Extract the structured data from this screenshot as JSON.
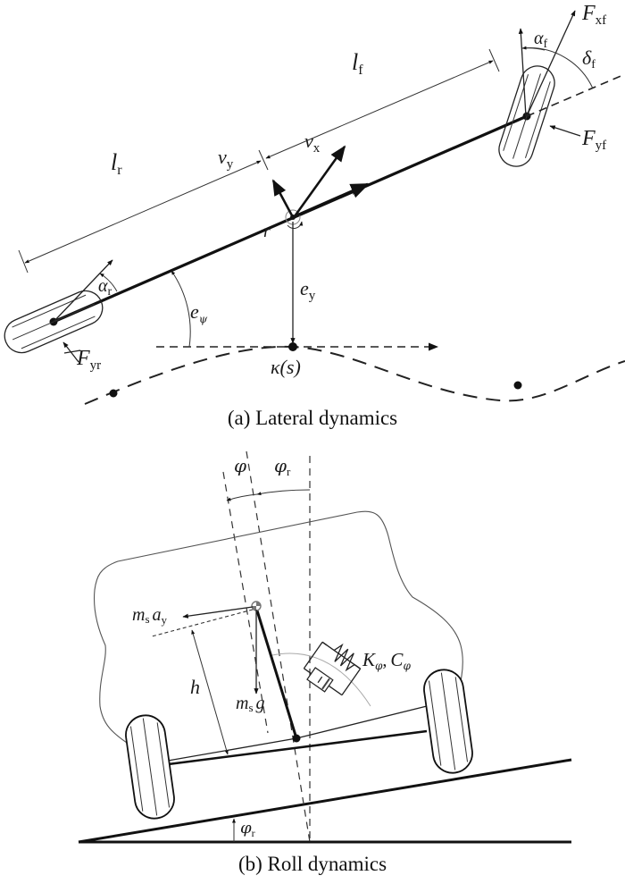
{
  "figure": {
    "panel_a": {
      "caption": "(a) Lateral dynamics",
      "labels": {
        "lf": {
          "main": "l",
          "sub": "f"
        },
        "lr": {
          "main": "l",
          "sub": "r"
        },
        "vx": {
          "main": "v",
          "sub": "x"
        },
        "vy": {
          "main": "v",
          "sub": "y"
        },
        "r": {
          "main": "r"
        },
        "ey": {
          "main": "e",
          "sub": "y"
        },
        "epsi": {
          "main": "e",
          "sub": "ψ"
        },
        "kappa": "κ(s)",
        "alpha_f": {
          "main": "α",
          "sub": "f"
        },
        "alpha_r": {
          "main": "α",
          "sub": "r"
        },
        "delta_f": {
          "main": "δ",
          "sub": "f"
        },
        "Fxf": {
          "main": "F",
          "sub": "xf"
        },
        "Fyf": {
          "main": "F",
          "sub": "yf"
        },
        "Fyr": {
          "main": "F",
          "sub": "yr"
        }
      }
    },
    "panel_b": {
      "caption": "(b) Roll dynamics",
      "labels": {
        "phi": "φ",
        "phi_r_top": {
          "main": "φ",
          "sub": "r"
        },
        "phi_r_bottom": {
          "main": "φ",
          "sub": "r"
        },
        "ms_ay": {
          "m": "m",
          "s": "s",
          "a": "a",
          "y": "y"
        },
        "ms_g": {
          "m": "m",
          "s": "s",
          "g": "g"
        },
        "h": "h",
        "K_phi": {
          "main": "K",
          "sub": "φ"
        },
        "C_phi": {
          "main": "C",
          "sub": "φ"
        },
        "sep": ","
      }
    }
  }
}
